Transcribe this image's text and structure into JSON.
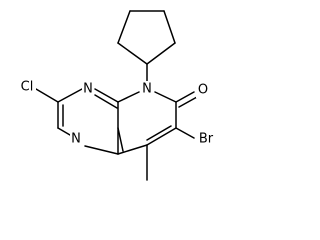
{
  "molecule": {
    "atom_labels": {
      "cl": "Cl",
      "n_upper": "N",
      "n_lower": "N",
      "n_ring": "N",
      "o": "O",
      "br": "Br"
    }
  },
  "colors": {
    "bond": "#000000",
    "label": "#000000",
    "background": "#ffffff"
  }
}
